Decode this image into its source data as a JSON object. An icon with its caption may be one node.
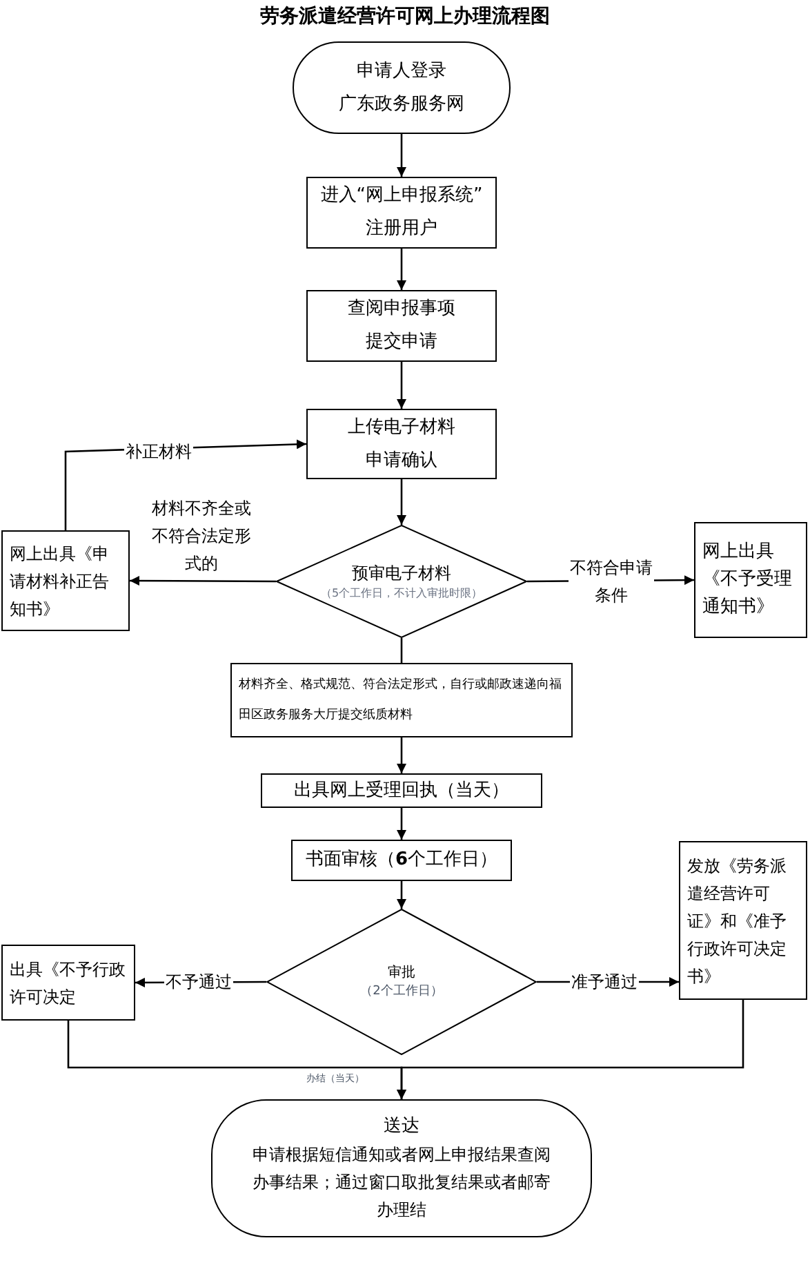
{
  "diagram": {
    "title": "劳务派遣经营许可网上办理流程图",
    "nodes": [
      {
        "text": [
          "申请人登录",
          "广东政务服务网"
        ]
      },
      {
        "text": [
          "进入“网上申报系统”",
          "注册用户"
        ]
      },
      {
        "text": [
          "查阅申报事项",
          "提交申请"
        ]
      },
      {
        "text": [
          "上传电子材料",
          "申请确认"
        ]
      },
      {
        "text": [
          "网上出具《申请材料补正告知书》"
        ]
      },
      {
        "text": [
          "预审电子材料",
          "（5个工作日，不计入审批时限）"
        ]
      },
      {
        "text": [
          "网上出具《不予受理通知书》"
        ]
      },
      {
        "text": [
          "材料齐全、格式规范、符合法定形式，自行或邮政速递向福田区政务服务大厅提交纸质材料"
        ]
      },
      {
        "text": [
          "出具网上受理回执（当天）"
        ]
      },
      {
        "text": [
          "书面审核（**6**个工作日）"
        ]
      },
      {
        "text": [
          "出具《不予行政许可决定"
        ]
      },
      {
        "text": [
          "审批",
          "（2个工作日）"
        ]
      },
      {
        "text": [
          "发放《劳务派遣经营许可证》和《准予行政许可决定书》"
        ]
      },
      {
        "text": [
          "送达",
          "申请根据短信通知或者网上申报结果查阅办事结果；通过窗口取批复结果或者邮寄办理结"
        ]
      }
    ],
    "edges": [
      {
        "from": 0,
        "to": 1,
        "arrow": "to"
      },
      {
        "from": 1,
        "to": 2,
        "arrow": "to"
      },
      {
        "from": 2,
        "to": 3,
        "arrow": "to"
      },
      {
        "from": 3,
        "to": 5,
        "arrow": "to"
      },
      {
        "from": 5,
        "to": 4,
        "arrow": "to",
        "label": "材料不齐全或不符合法定形式的"
      },
      {
        "from": 5,
        "to": 6,
        "arrow": "to",
        "label": "不符合申请条件"
      },
      {
        "from": 4,
        "to": 3,
        "arrow": "to",
        "label": "补正材料"
      },
      {
        "from": 5,
        "to": 7,
        "arrow": "none"
      },
      {
        "from": 7,
        "to": 8,
        "arrow": "to"
      },
      {
        "from": 8,
        "to": 9,
        "arrow": "to"
      },
      {
        "from": 9,
        "to": 11,
        "arrow": "to"
      },
      {
        "from": 11,
        "to": 10,
        "arrow": "to",
        "label": "不予通过"
      },
      {
        "from": 11,
        "to": 12,
        "arrow": "to",
        "label": "准予通过"
      },
      {
        "from": 10,
        "to": 13,
        "arrow": "to"
      },
      {
        "from": 12,
        "to": 13,
        "arrow": "to"
      }
    ],
    "labels": [
      "办结（当天）"
    ]
  }
}
